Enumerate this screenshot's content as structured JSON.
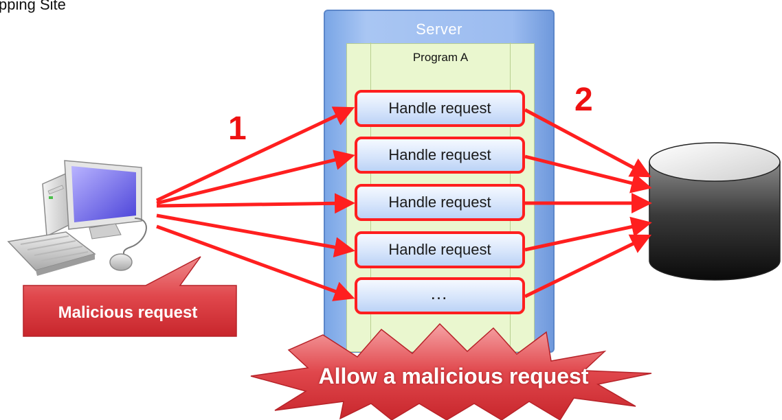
{
  "title": "pping Site",
  "server": {
    "label": "Server",
    "program_label": "Program A",
    "handlers": [
      "Handle request",
      "Handle request",
      "Handle request",
      "Handle request",
      "…"
    ]
  },
  "steps": [
    "1",
    "2"
  ],
  "callout": "Malicious request",
  "burst": "Allow a malicious request",
  "colors": {
    "arrow": "#ff1f1f",
    "server": "#9cbcf0",
    "program": "#eaf7cf",
    "callout": "#e0474c",
    "database": "#2a2a2a"
  },
  "icons": {
    "client": "desktop-computer-icon",
    "database": "database-cylinder-icon"
  }
}
